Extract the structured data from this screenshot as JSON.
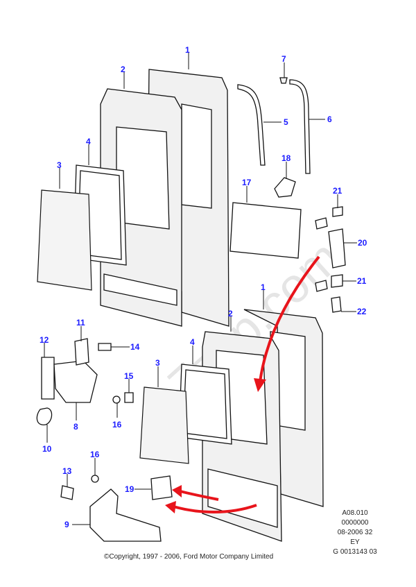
{
  "watermark": "7zap.com",
  "callouts": [
    {
      "id": "1a",
      "label": "1"
    },
    {
      "id": "2a",
      "label": "2"
    },
    {
      "id": "4a",
      "label": "4"
    },
    {
      "id": "3a",
      "label": "3"
    },
    {
      "id": "7",
      "label": "7"
    },
    {
      "id": "5",
      "label": "5"
    },
    {
      "id": "6",
      "label": "6"
    },
    {
      "id": "18",
      "label": "18"
    },
    {
      "id": "17",
      "label": "17"
    },
    {
      "id": "21a",
      "label": "21"
    },
    {
      "id": "20",
      "label": "20"
    },
    {
      "id": "21b",
      "label": "21"
    },
    {
      "id": "22",
      "label": "22"
    },
    {
      "id": "1b",
      "label": "1"
    },
    {
      "id": "2b",
      "label": "2"
    },
    {
      "id": "4b",
      "label": "4"
    },
    {
      "id": "3b",
      "label": "3"
    },
    {
      "id": "11",
      "label": "11"
    },
    {
      "id": "12",
      "label": "12"
    },
    {
      "id": "14",
      "label": "14"
    },
    {
      "id": "15",
      "label": "15"
    },
    {
      "id": "16a",
      "label": "16"
    },
    {
      "id": "8",
      "label": "8"
    },
    {
      "id": "10",
      "label": "10"
    },
    {
      "id": "13",
      "label": "13"
    },
    {
      "id": "16b",
      "label": "16"
    },
    {
      "id": "19",
      "label": "19"
    },
    {
      "id": "9",
      "label": "9"
    }
  ],
  "info_block": {
    "line1": "A08.010",
    "line2": "0000000",
    "line3": "08-2006 32",
    "line4": "EY",
    "line5": "G 0013143 03"
  },
  "copyright": "©Copyright, 1997 - 2006, Ford Motor Company Limited",
  "colors": {
    "callout": "#1a1aff",
    "arrow": "#e8141b"
  }
}
